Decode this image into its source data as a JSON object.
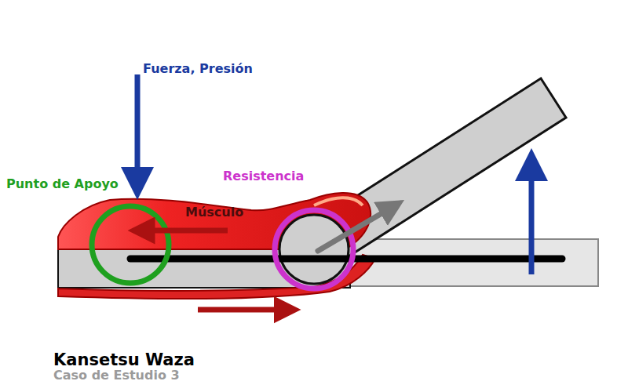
{
  "diagram": {
    "title": "Kansetsu Waza",
    "caption": "Caso de Estudio 3",
    "labels": [
      "Fuerza, Presión",
      "Punto de Apoyo",
      "Resistencia",
      "Músculo"
    ]
  }
}
